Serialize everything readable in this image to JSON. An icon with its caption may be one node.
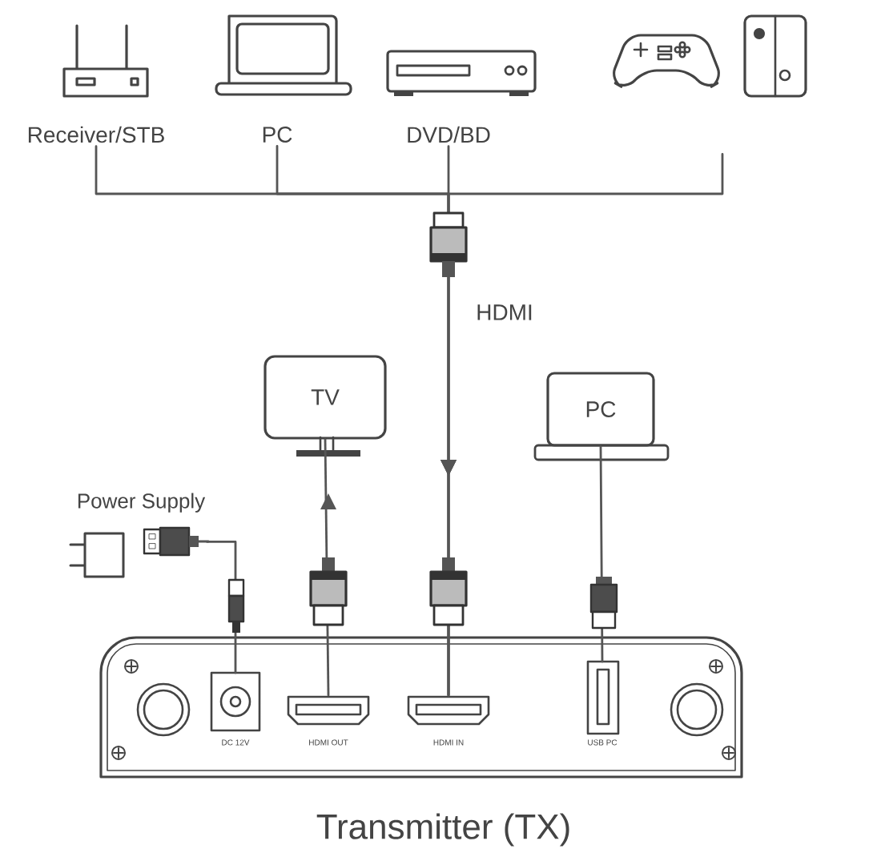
{
  "diagram": {
    "nodes": [
      {
        "text": [
          "Receiver/STB"
        ]
      },
      {
        "text": [
          "PC"
        ]
      },
      {
        "text": [
          "DVD/BD"
        ]
      },
      {
        "text": [],
        "shape": "picture"
      },
      {
        "text": [
          "TV"
        ]
      },
      {
        "text": [
          "PC"
        ]
      },
      {
        "text": [
          "Power Supply"
        ]
      },
      {
        "text": [
          "Transmitter (TX)"
        ]
      },
      {
        "text": [
          "DC 12V"
        ],
        "in": 7
      },
      {
        "text": [
          "HDMI OUT"
        ],
        "in": 7
      },
      {
        "text": [
          "HDMI IN"
        ],
        "in": 7
      },
      {
        "text": [
          "USB PC"
        ],
        "in": 7
      }
    ],
    "edges": [
      {
        "from": 0,
        "to": 10,
        "arrow": "to"
      },
      {
        "from": 1,
        "to": 10,
        "arrow": "to"
      },
      {
        "from": 2,
        "to": 10,
        "arrow": "to",
        "label": "HDMI"
      },
      {
        "from": 3,
        "to": 10,
        "arrow": "to"
      },
      {
        "from": 9,
        "to": 4,
        "arrow": "to"
      },
      {
        "from": 11,
        "to": 5,
        "arrow": "none"
      },
      {
        "from": 6,
        "to": 8,
        "arrow": "none"
      }
    ]
  }
}
